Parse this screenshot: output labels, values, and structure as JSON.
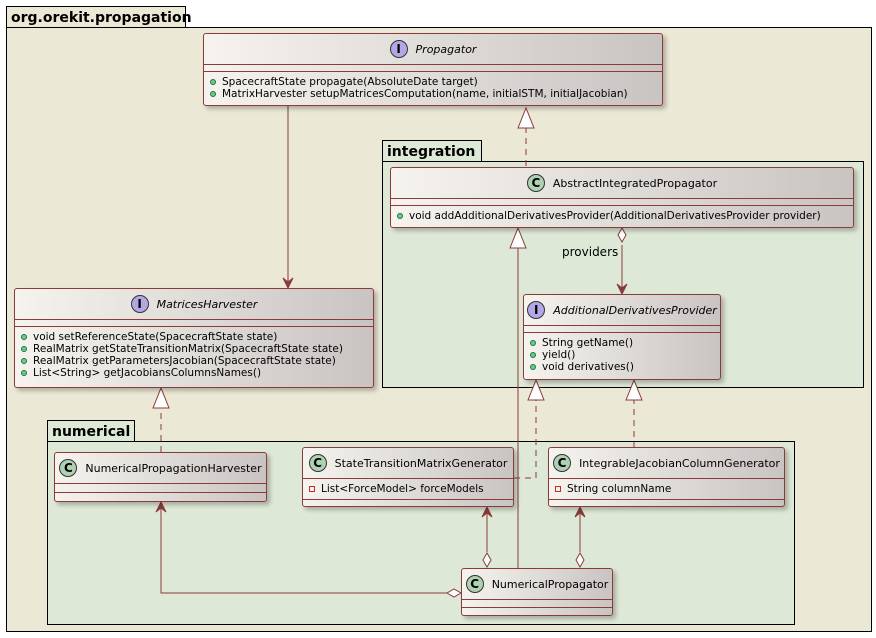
{
  "packages": {
    "outer": "org.orekit.propagation",
    "integration": "integration",
    "numerical": "numerical"
  },
  "classes": {
    "propagator": {
      "stereotype": "I",
      "name": "Propagator",
      "methods": [
        "SpacecraftState propagate(AbsoluteDate target)",
        "MatrixHarvester setupMatricesComputation(name, initialSTM, initialJacobian)"
      ]
    },
    "matrices_harvester": {
      "stereotype": "I",
      "name": "MatricesHarvester",
      "methods": [
        "void setReferenceState(SpacecraftState state)",
        "RealMatrix getStateTransitionMatrix(SpacecraftState state)",
        "RealMatrix getParametersJacobian(SpacecraftState state)",
        "List<String> getJacobiansColumnsNames()"
      ]
    },
    "abstract_integrated_propagator": {
      "stereotype": "C",
      "name": "AbstractIntegratedPropagator",
      "methods": [
        "void addAdditionalDerivativesProvider(AdditionalDerivativesProvider provider)"
      ]
    },
    "additional_derivatives_provider": {
      "stereotype": "I",
      "name": "AdditionalDerivativesProvider",
      "methods": [
        "String getName()",
        "yield()",
        "void derivatives()"
      ]
    },
    "numerical_propagation_harvester": {
      "stereotype": "C",
      "name": "NumericalPropagationHarvester"
    },
    "state_transition_matrix_generator": {
      "stereotype": "C",
      "name": "StateTransitionMatrixGenerator",
      "fields": [
        "List<ForceModel> forceModels"
      ]
    },
    "integrable_jacobian_column_generator": {
      "stereotype": "C",
      "name": "IntegrableJacobianColumnGenerator",
      "fields": [
        "String columnName"
      ]
    },
    "numerical_propagator": {
      "stereotype": "C",
      "name": "NumericalPropagator"
    }
  },
  "relations": {
    "providers_label": "providers"
  },
  "colors": {
    "package_outer": "#ece8d6",
    "package_inner": "#dee8d6",
    "class_border": "#8a3b3b",
    "arrow": "#8a3b3b",
    "interface_badge": "#b4a7e5",
    "class_badge": "#add1b2"
  }
}
